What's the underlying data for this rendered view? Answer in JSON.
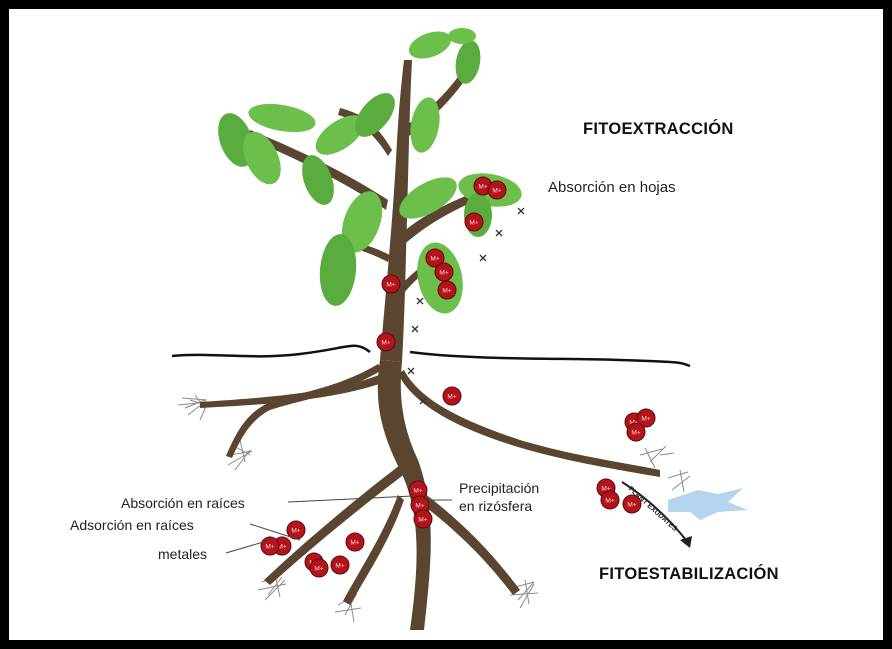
{
  "diagram": {
    "fito_extraccion": "FITOEXTRACCIÓN",
    "fito_estabilizacion": "FITOESTABILIZACIÓN",
    "absorcion_hojas": "Absorción en hojas",
    "precipitacion_line1": "Precipitación",
    "precipitacion_line2": "en rizósfera",
    "absorcion_raices": "Absorción en raíces",
    "adsorcion_raices": "Adsorción en raíces",
    "metales": "metales",
    "exudates_label": "PLANT EXUDATES",
    "metal_symbol": "M+"
  },
  "colors": {
    "stem": "#5a4630",
    "leaf": "#6cbf4a",
    "leaf_dark": "#4f9a35",
    "metal": "#b3141b",
    "frame": "#000000",
    "water": "#a9cde8"
  }
}
